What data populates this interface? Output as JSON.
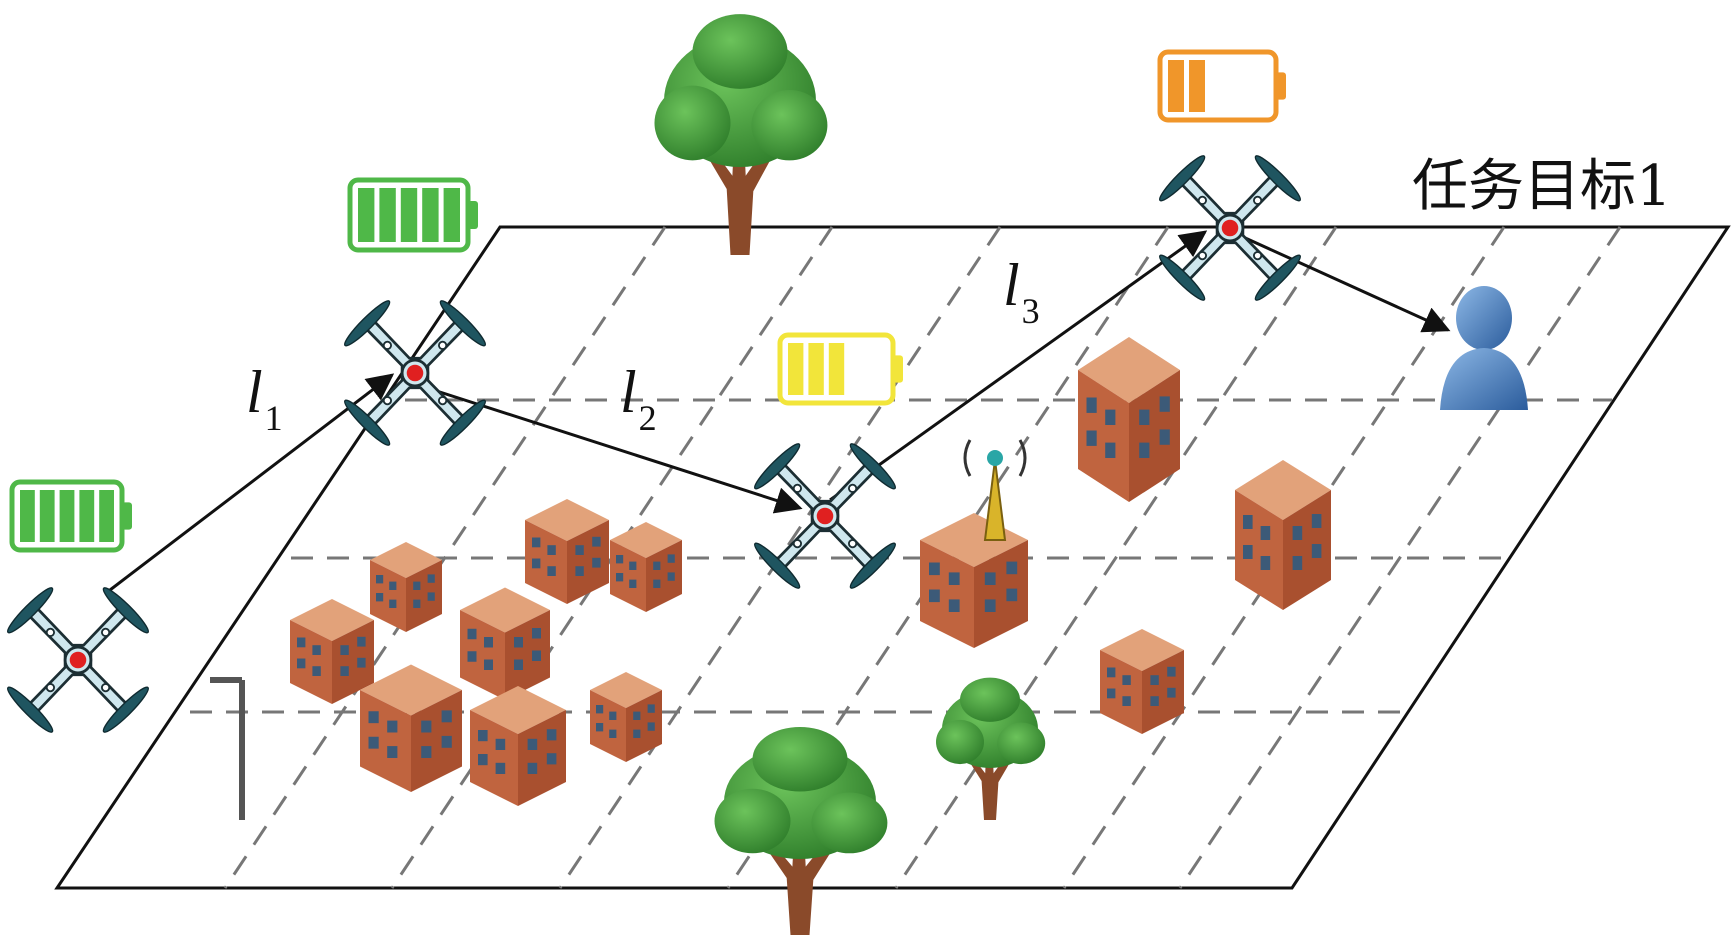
{
  "task_target_label": "任务目标1",
  "paths": [
    {
      "letter": "l",
      "subscript": "1"
    },
    {
      "letter": "l",
      "subscript": "2"
    },
    {
      "letter": "l",
      "subscript": "3"
    }
  ],
  "batteries": [
    {
      "level": 1.0,
      "color": "#4fb848"
    },
    {
      "level": 1.0,
      "color": "#4fb848"
    },
    {
      "level": 0.6,
      "color": "#f2e53a"
    },
    {
      "level": 0.4,
      "color": "#f0962a"
    }
  ],
  "colors": {
    "drone_arm": "#1c4a55",
    "drone_body": "#cfe7ee",
    "drone_center": "#e02020",
    "tree_leaf": "#3f9a3a",
    "tree_trunk": "#8a4a2a",
    "person": "#3e78b8",
    "grid_line": "#777777"
  }
}
